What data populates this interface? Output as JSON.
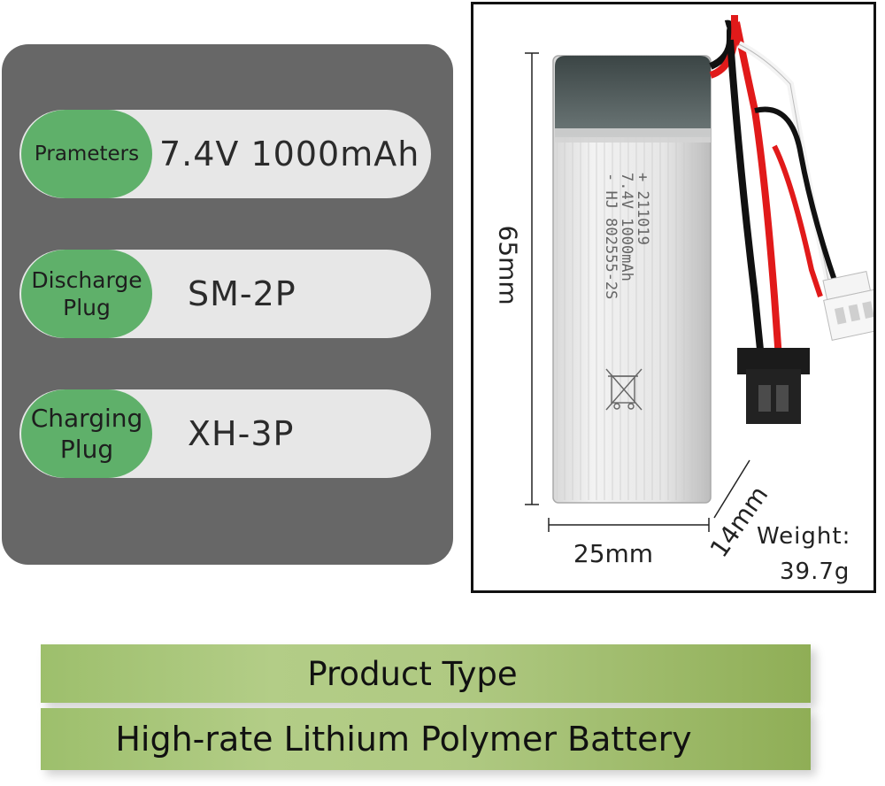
{
  "specs": [
    {
      "label": "Prameters",
      "value": "7.4V  1000mAh"
    },
    {
      "label": "Discharge Plug",
      "value": "SM-2P"
    },
    {
      "label": "Charging Plug",
      "value": "XH-3P"
    }
  ],
  "dimensions": {
    "height": "65mm",
    "width": "25mm",
    "depth": "14mm",
    "weight_label": "Weight:",
    "weight_value": "39.7g"
  },
  "battery_label": {
    "line1": "-  HJ  802555-2S",
    "line2": "   7.4V  1000mAh",
    "line3": "+  211019"
  },
  "colors": {
    "panel": "#676767",
    "tag": "#5fb06a",
    "row": "#e7e7e7",
    "banner": "#a9c67a"
  },
  "banner": {
    "title": "Product Type",
    "subtitle": "High-rate Lithium Polymer Battery"
  }
}
